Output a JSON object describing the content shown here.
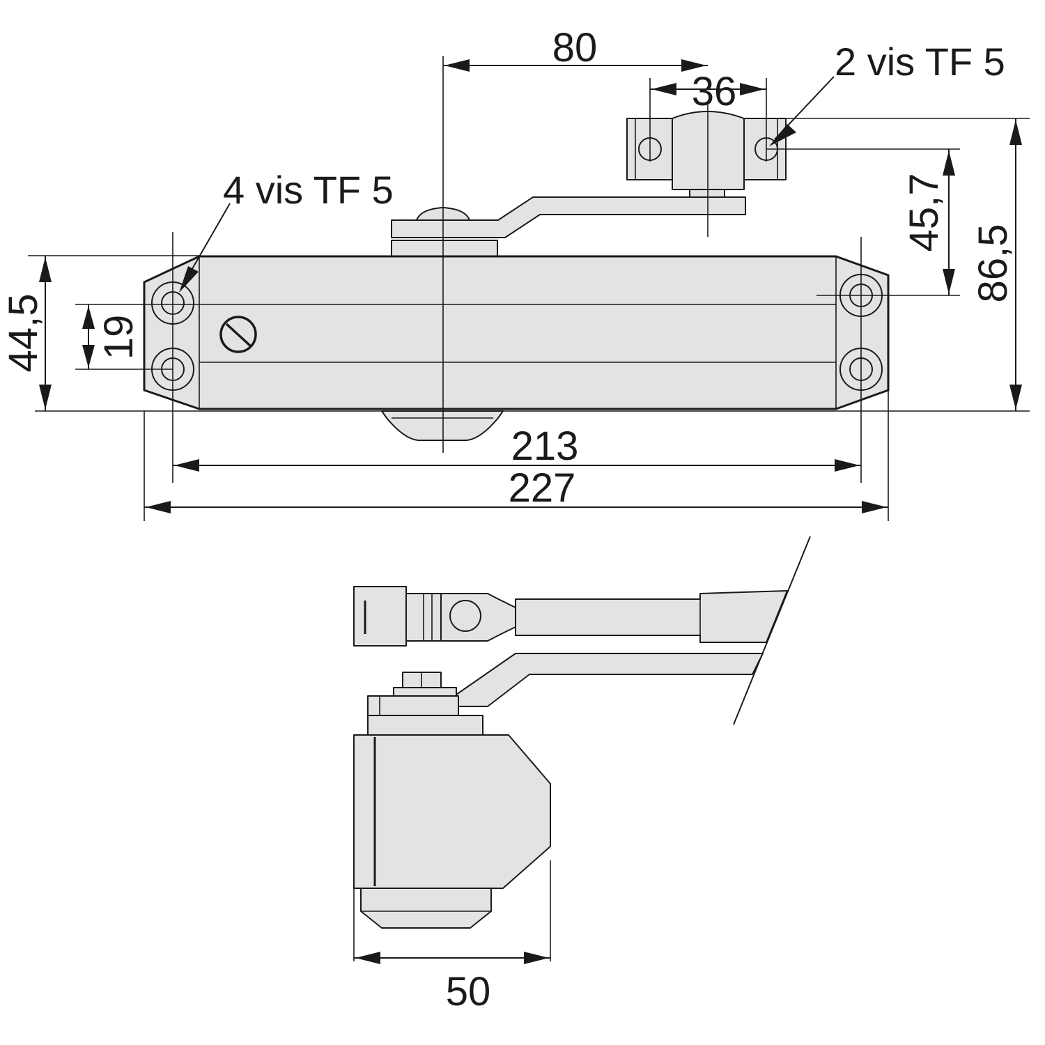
{
  "dimensions": {
    "d80": "80",
    "d36": "36",
    "d45_7": "45,7",
    "d86_5": "86,5",
    "d44_5": "44,5",
    "d19": "19",
    "d213": "213",
    "d227": "227",
    "d50": "50"
  },
  "labels": {
    "screws_bracket": "2 vis TF 5",
    "screws_body": "4 vis TF 5"
  },
  "colors": {
    "part_fill": "#e3e3e3",
    "line": "#1a1a1a",
    "background": "#ffffff"
  }
}
